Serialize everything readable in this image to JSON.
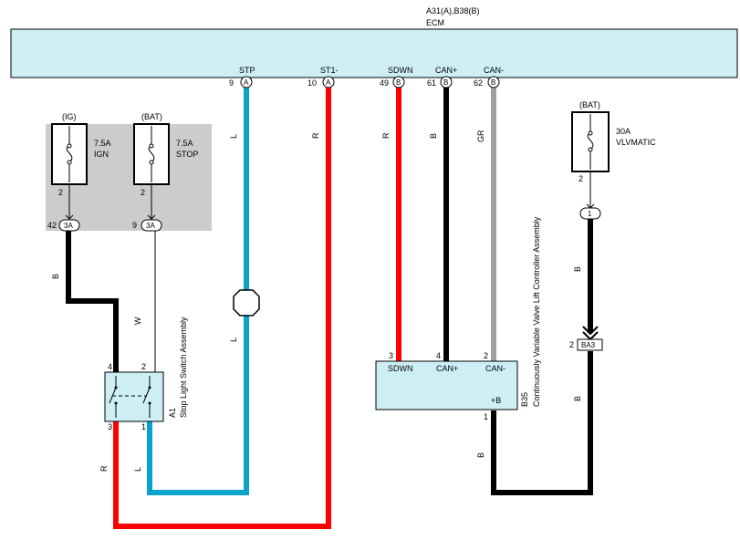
{
  "ecm": {
    "connector_ref": "A31(A),B38(B)",
    "name": "ECM",
    "pins": [
      {
        "label": "STP",
        "num": "9",
        "conn": "A"
      },
      {
        "label": "ST1-",
        "num": "10",
        "conn": "A"
      },
      {
        "label": "SDWN",
        "num": "49",
        "conn": "B"
      },
      {
        "label": "CAN+",
        "num": "61",
        "conn": "B"
      },
      {
        "label": "CAN-",
        "num": "62",
        "conn": "B"
      }
    ]
  },
  "fuses": [
    {
      "supply": "(IG)",
      "rating": "7.5A",
      "name": "IGN",
      "pin": "2",
      "conn_pin": "42",
      "conn": "3A"
    },
    {
      "supply": "(BAT)",
      "rating": "7.5A",
      "name": "STOP",
      "pin": "2",
      "conn_pin": "9",
      "conn": "3A"
    },
    {
      "supply": "(BAT)",
      "rating": "30A",
      "name": "VLVMATIC",
      "pin": "2",
      "conn": "1"
    }
  ],
  "wires": {
    "stp": "L",
    "stp_lower": "L",
    "st1": "R",
    "sdwn": "R",
    "canp": "B",
    "canm": "GR",
    "ig_feed": "B",
    "stop_feed": "W",
    "sw_l": "L",
    "sw_r": "R",
    "vlv_upper": "B",
    "vlv_lower": "B",
    "b35_out": "B"
  },
  "colors": {
    "ecm_fill": "#cdeef5",
    "red": "#ff0000",
    "blue": "#0aa3cc",
    "black": "#000000",
    "gray": "#a0a0a0",
    "relay_box": "#cccccc"
  },
  "stop_switch": {
    "code": "A1",
    "name": "Stop Light Switch Assembly",
    "pins": [
      "4",
      "2",
      "3",
      "1"
    ]
  },
  "controller": {
    "code": "B35",
    "name": "Continuously Variable Valve Lift Controller Assembly",
    "pins": [
      {
        "num": "3",
        "label": "SDWN"
      },
      {
        "num": "4",
        "label": "CAN+"
      },
      {
        "num": "2",
        "label": "CAN-"
      },
      {
        "num": "1",
        "label": "+B"
      }
    ]
  },
  "junction": {
    "pin": "2",
    "conn": "BA3"
  }
}
